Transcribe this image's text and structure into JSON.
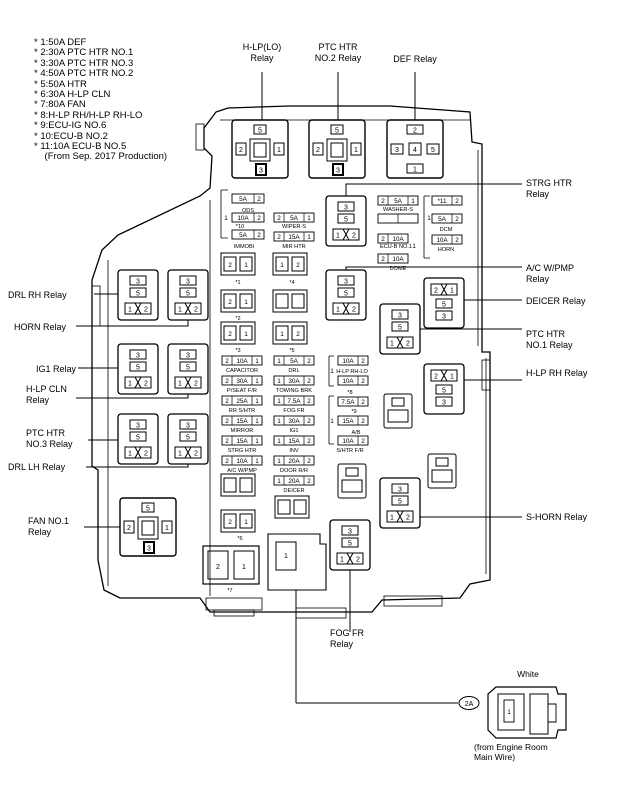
{
  "legend": [
    "* 1:50A DEF",
    "* 2:30A PTC HTR NO.1",
    "* 3:30A PTC HTR NO.3",
    "* 4:50A PTC HTR NO.2",
    "* 5:50A HTR",
    "* 6:30A H-LP CLN",
    "* 7:80A FAN",
    "* 8:H-LP RH/H-LP RH-LO",
    "* 9:ECU-IG NO.6",
    "* 10:ECU-B NO.2",
    "* 11:10A ECU-B NO.5",
    "    (From Sep. 2017 Production)"
  ],
  "callouts": [
    {
      "id": "hlp-lo",
      "text": [
        "H-LP(LO)",
        "Relay"
      ]
    },
    {
      "id": "ptc-htr-2",
      "text": [
        "PTC HTR",
        "NO.2 Relay"
      ]
    },
    {
      "id": "def",
      "text": [
        "DEF Relay"
      ]
    },
    {
      "id": "strg-htr",
      "text": [
        "STRG HTR",
        "Relay"
      ]
    },
    {
      "id": "ac-wpmp",
      "text": [
        "A/C W/PMP",
        "Relay"
      ]
    },
    {
      "id": "deicer",
      "text": [
        "DEICER Relay"
      ]
    },
    {
      "id": "ptc-htr-1",
      "text": [
        "PTC HTR",
        "NO.1 Relay"
      ]
    },
    {
      "id": "hlp-rh",
      "text": [
        "H-LP RH Relay"
      ]
    },
    {
      "id": "s-horn",
      "text": [
        "S-HORN Relay"
      ]
    },
    {
      "id": "fog-fr",
      "text": [
        "FOG FR",
        "Relay"
      ]
    },
    {
      "id": "drl-rh",
      "text": [
        "DRL RH Relay"
      ]
    },
    {
      "id": "horn",
      "text": [
        "HORN Relay"
      ]
    },
    {
      "id": "ig1",
      "text": [
        "IG1 Relay"
      ]
    },
    {
      "id": "hlp-cln",
      "text": [
        "H-LP CLN",
        "Relay"
      ]
    },
    {
      "id": "ptc-htr-3",
      "text": [
        "PTC HTR",
        "NO.3 Relay"
      ]
    },
    {
      "id": "drl-lh",
      "text": [
        "DRL LH Relay"
      ]
    },
    {
      "id": "fan-1",
      "text": [
        "FAN NO.1",
        "Relay"
      ]
    }
  ],
  "fuse_labels": {
    "ods_top": [
      "5A",
      "2"
    ],
    "ods": "ODS",
    "star10": "*10",
    "ods_10a": [
      "1",
      "10A",
      "2"
    ],
    "ods_5a": [
      "5A",
      "2"
    ],
    "immobi": "IMMOBI",
    "wiper_5a": [
      "2",
      "5A",
      "1"
    ],
    "wiper": "WIPER-S",
    "mirhtr_15a": [
      "2",
      "15A",
      "1"
    ],
    "mirhtr": "MIR HTR",
    "washer_5a": [
      "2",
      "5A",
      "1"
    ],
    "washer": "WASHER-S",
    "ecu6_10a": [
      "2",
      "10A"
    ],
    "ecu6": "ECU-B NO.1",
    "ecu6_pin": "1",
    "dome_10a": [
      "2",
      "10A"
    ],
    "dome": "DOME",
    "star11": [
      "*11",
      "2"
    ],
    "dcm_5a": [
      "5A",
      "2"
    ],
    "dcm": "DCM",
    "horn_10a": [
      "10A",
      "2"
    ],
    "horn": "HORN",
    "horn_pin": "1",
    "star1": "*1",
    "star2": "*2",
    "star3": "*3",
    "star4": "*4",
    "star5": "*5",
    "star6": "*6",
    "star7": "*7",
    "star8": "*8",
    "cap_10a": [
      "2",
      "10A",
      "1"
    ],
    "capacitor": "CAPACITOR",
    "pseat_30a": [
      "2",
      "30A",
      "1"
    ],
    "pseat": "P/SEAT F/R",
    "rrshtr_25a": [
      "2",
      "25A",
      "1"
    ],
    "rrshtr": "RR S/HTR",
    "mirror_15a": [
      "2",
      "15A",
      "1"
    ],
    "mirror": "MIRROR",
    "strghtr_15a": [
      "2",
      "15A",
      "1"
    ],
    "strghtr": "STRG HTR",
    "acwpmp_10a": [
      "2",
      "10A",
      "1"
    ],
    "acwpmp": "A/C W/PMP",
    "drl_5a": [
      "1",
      "5A",
      "2"
    ],
    "drl": "DRL",
    "towing_30a": [
      "1",
      "30A",
      "2"
    ],
    "towing": "TOWING BRK",
    "fogfr_75a": [
      "1",
      "7.5A",
      "2"
    ],
    "fogfr": "FOG FR",
    "ig1_30a": [
      "1",
      "30A",
      "2"
    ],
    "ig1": "IG1",
    "inv_15a": [
      "1",
      "15A",
      "2"
    ],
    "inv": "INV",
    "doorrr_20a": [
      "1",
      "20A",
      "2"
    ],
    "doorrr": "DOOR R/R",
    "deicer_20a": [
      "1",
      "20A",
      "2"
    ],
    "deicer": "DEICER",
    "hlprh_10a_top": [
      "10A",
      "2"
    ],
    "hlprh": "H-LP RH-LO",
    "hlprh_pin": "1",
    "hlprh_10a_bot": [
      "10A",
      "2"
    ],
    "s9_75a": [
      "7.5A",
      "2"
    ],
    "star9": "*9",
    "avb_15a": [
      "15A",
      "2"
    ],
    "avb_pin": "1",
    "avb": "A/B",
    "shtr_10a": [
      "10A",
      "2"
    ],
    "shtr": "S/HTR F/R"
  },
  "pins": {
    "p1": "1",
    "p2": "2",
    "p3": "3",
    "p4": "4",
    "p5": "5"
  },
  "connector": {
    "code": "2A",
    "color": "White",
    "pin": "1",
    "note": [
      "(from Engine Room",
      "Main Wire)"
    ]
  }
}
